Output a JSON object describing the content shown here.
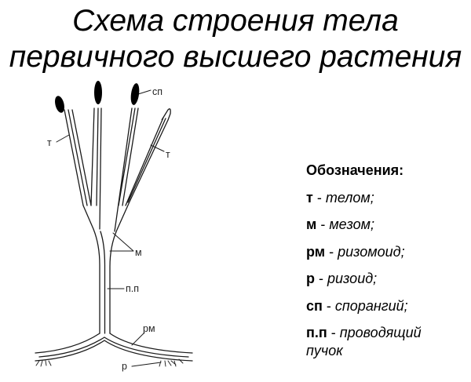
{
  "title": {
    "line1": "Схема строения тела",
    "line2": "первичного высшего растения"
  },
  "diagram": {
    "labels": {
      "sporangium": "сп",
      "telome_left": "т",
      "telome_right": "т",
      "mesome": "м",
      "bundle": "п.п",
      "rhizomoid": "рм",
      "rhizoid": "р"
    }
  },
  "legend": {
    "heading": "Обозначения:",
    "items": [
      {
        "term": "т",
        "sep": " - ",
        "desc": "телом;"
      },
      {
        "term": "м",
        "sep": " - ",
        "desc": "мезом;"
      },
      {
        "term": "рм",
        "sep": " - ",
        "desc": "ризомоид;"
      },
      {
        "term": "р",
        "sep": " - ",
        "desc": "ризоид;"
      },
      {
        "term": "сп",
        "sep": " - ",
        "desc": "спорангий;"
      },
      {
        "term": "п.п",
        "sep": " - ",
        "desc": "проводящий"
      }
    ],
    "continuation": "пучок"
  }
}
